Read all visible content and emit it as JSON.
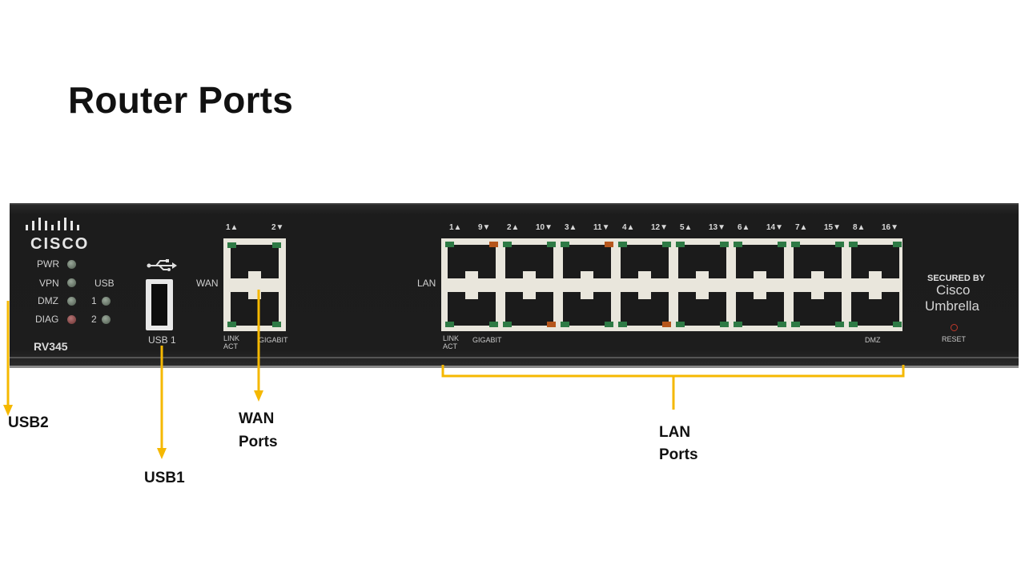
{
  "title": "Router Ports",
  "router": {
    "brand": "CISCO",
    "model": "RV345",
    "leds": [
      "PWR",
      "VPN",
      "DMZ",
      "DIAG"
    ],
    "usb_header": "USB",
    "usb_leds": [
      "1",
      "2"
    ],
    "usb_port_label": "USB 1",
    "wan": {
      "label": "WAN",
      "port_top": "1▲",
      "port_bottom": "2▼",
      "link_act": "LINK\nACT",
      "gigabit": "GIGABIT"
    },
    "lan": {
      "label": "LAN",
      "port_labels": [
        "1▲",
        "9▼",
        "2▲",
        "10▼",
        "3▲",
        "11▼",
        "4▲",
        "12▼",
        "5▲",
        "13▼",
        "6▲",
        "14▼",
        "7▲",
        "15▼",
        "8▲",
        "16▼"
      ],
      "link_act": "LINK\nACT",
      "gigabit": "GIGABIT",
      "dmz": "DMZ"
    },
    "secured_by": "SECURED BY",
    "umbrella_brand": "Cisco",
    "umbrella_product": "Umbrella",
    "reset": "RESET"
  },
  "callouts": {
    "usb2": "USB2",
    "usb1": "USB1",
    "wan_ports_line1": "WAN",
    "wan_ports_line2": "Ports",
    "lan_ports_line1": "LAN",
    "lan_ports_line2": "Ports"
  },
  "colors": {
    "callout_arrow": "#f5b800",
    "link_led_green": "#2e7a45",
    "activity_led_orange": "#b5561c",
    "chassis": "#1d1d1d"
  }
}
